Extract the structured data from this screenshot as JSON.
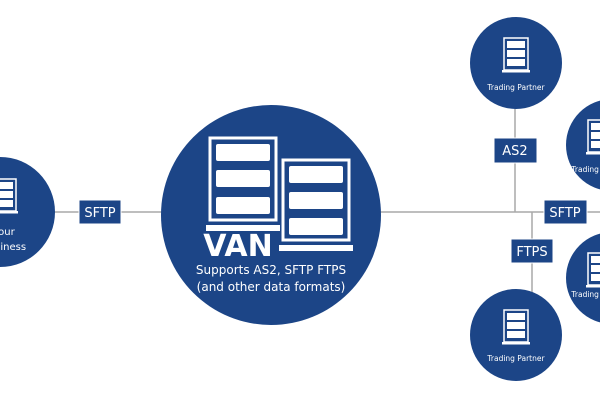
{
  "colors": {
    "node": "#1c4587",
    "line": "#a8a8a8"
  },
  "left_node": {
    "label_line1": "Your",
    "label_line2": "Business",
    "icon": "server-icon"
  },
  "van": {
    "title": "VAN",
    "line1": "Supports AS2, SFTP FTPS",
    "line2": "(and other data formats)",
    "icon": "server-rack-icon"
  },
  "partners": [
    {
      "label": "Trading Partner"
    },
    {
      "label": "Trading Partner"
    },
    {
      "label": "Trading Partner"
    },
    {
      "label": "Trading Partner"
    }
  ],
  "protocols": {
    "left": "SFTP",
    "top": "AS2",
    "right": "SFTP",
    "bottom": "FTPS"
  }
}
